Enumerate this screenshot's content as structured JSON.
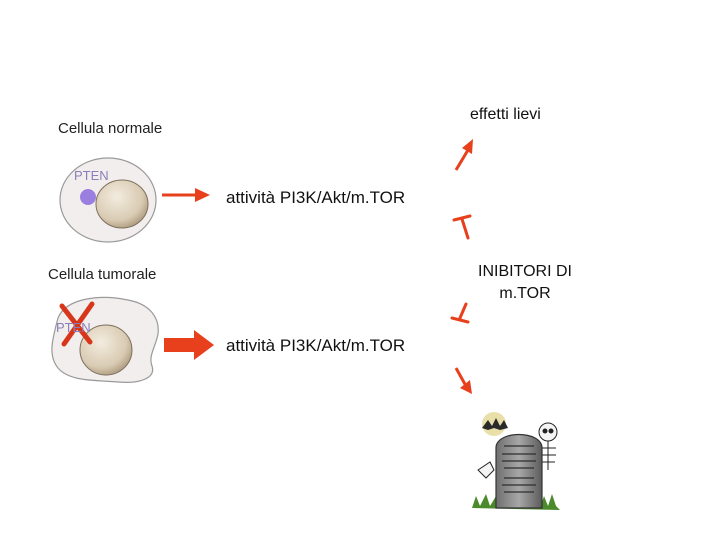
{
  "normal_cell": {
    "title": "Cellula normale",
    "pten_label": "PTEN"
  },
  "tumor_cell": {
    "title": "Cellula tumorale",
    "pten_label": "PTEN"
  },
  "pathway": {
    "normal_activity": "attività PI3K/Akt/m.TOR",
    "tumor_activity": "attività PI3K/Akt/m.TOR"
  },
  "outcomes": {
    "mild_effects": "effetti lievi",
    "inhibitors_line1": "INIBITORI DI",
    "inhibitors_line2": "m.TOR"
  },
  "colors": {
    "arrow": "#e8401c",
    "pten_dot": "#9b7fe0",
    "cross": "#d8361a",
    "cell_fill": "#f1eded",
    "nucleus": "#d9cbb3"
  },
  "icons": [
    "gravestone-icon",
    "skeleton-icon",
    "bat-icon"
  ]
}
